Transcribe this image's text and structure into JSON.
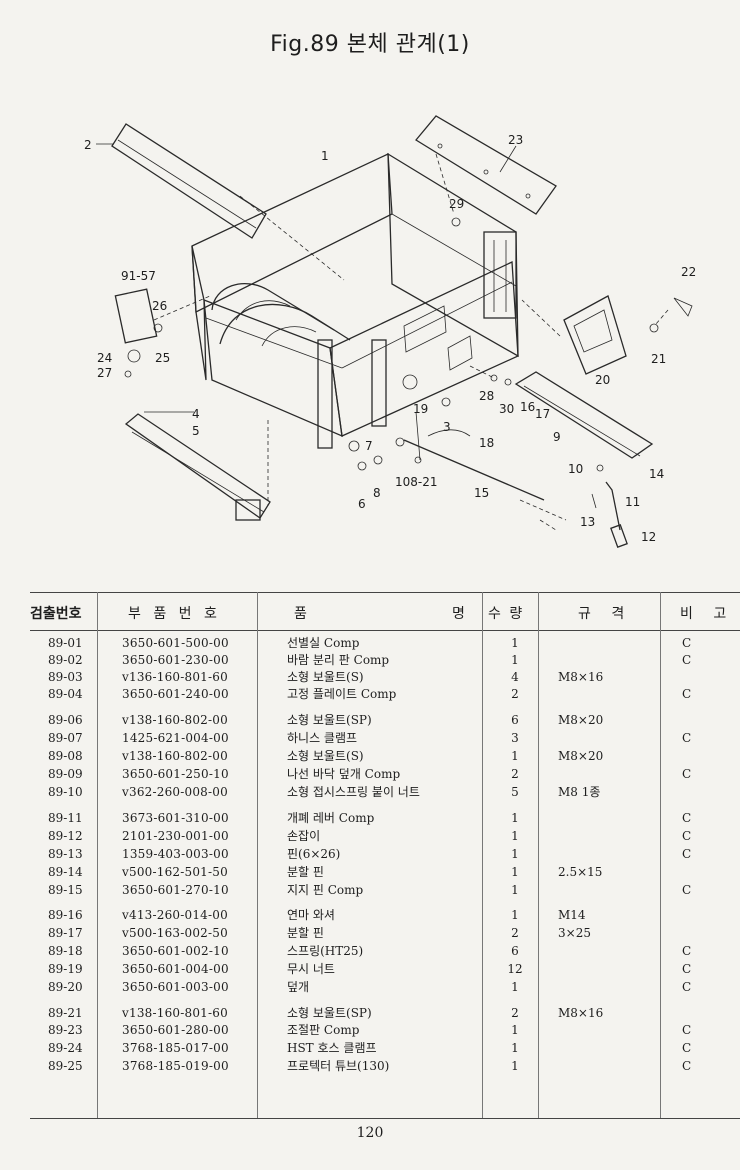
{
  "page": {
    "title": "Fig.89 본체 관계(1)",
    "page_number": "120"
  },
  "diagram": {
    "callouts": [
      "1",
      "2",
      "23",
      "29",
      "91-57",
      "26",
      "24",
      "25",
      "27",
      "22",
      "21",
      "20",
      "4",
      "5",
      "7",
      "6",
      "8",
      "108-21",
      "19",
      "3",
      "28",
      "30",
      "16",
      "17",
      "9",
      "18",
      "15",
      "10",
      "14",
      "11",
      "13",
      "12"
    ]
  },
  "table": {
    "headers": {
      "no": "검출번호",
      "part": "부 품 번 호",
      "name_left": "품",
      "name_right": "명",
      "qty": "수 량",
      "spec": "규 격",
      "note": "비 고"
    },
    "rows": [
      {
        "no": "89-01",
        "part": "3650-601-500-00",
        "name": "선별실 Comp",
        "qty": "1",
        "spec": "",
        "note": "C"
      },
      {
        "no": "89-02",
        "part": "3650-601-230-00",
        "name": "바람 분리 판 Comp",
        "qty": "1",
        "spec": "",
        "note": "C"
      },
      {
        "no": "89-03",
        "part": "v136-160-801-60",
        "name": "소형 보울트(S)",
        "qty": "4",
        "spec": "M8×16",
        "note": ""
      },
      {
        "no": "89-04",
        "part": "3650-601-240-00",
        "name": "고정 플레이트 Comp",
        "qty": "2",
        "spec": "",
        "note": "C"
      },
      {
        "no": "89-06",
        "part": "v138-160-802-00",
        "name": "소형 보울트(SP)",
        "qty": "6",
        "spec": "M8×20",
        "note": ""
      },
      {
        "no": "89-07",
        "part": "1425-621-004-00",
        "name": "하니스 클램프",
        "qty": "3",
        "spec": "",
        "note": "C"
      },
      {
        "no": "89-08",
        "part": "v138-160-802-00",
        "name": "소형 보울트(S)",
        "qty": "1",
        "spec": "M8×20",
        "note": ""
      },
      {
        "no": "89-09",
        "part": "3650-601-250-10",
        "name": "나선 바닥 덮개 Comp",
        "qty": "2",
        "spec": "",
        "note": "C"
      },
      {
        "no": "89-10",
        "part": "v362-260-008-00",
        "name": "소형 접시스프링 붙이 너트",
        "qty": "5",
        "spec": "M8 1종",
        "note": ""
      },
      {
        "no": "89-11",
        "part": "3673-601-310-00",
        "name": "개폐 레버 Comp",
        "qty": "1",
        "spec": "",
        "note": "C"
      },
      {
        "no": "89-12",
        "part": "2101-230-001-00",
        "name": "손잡이",
        "qty": "1",
        "spec": "",
        "note": "C"
      },
      {
        "no": "89-13",
        "part": "1359-403-003-00",
        "name": "핀(6×26)",
        "qty": "1",
        "spec": "",
        "note": "C"
      },
      {
        "no": "89-14",
        "part": "v500-162-501-50",
        "name": "분할 핀",
        "qty": "1",
        "spec": "2.5×15",
        "note": ""
      },
      {
        "no": "89-15",
        "part": "3650-601-270-10",
        "name": "지지 핀 Comp",
        "qty": "1",
        "spec": "",
        "note": "C"
      },
      {
        "no": "89-16",
        "part": "v413-260-014-00",
        "name": "연마 와셔",
        "qty": "1",
        "spec": "M14",
        "note": ""
      },
      {
        "no": "89-17",
        "part": "v500-163-002-50",
        "name": "분할 핀",
        "qty": "2",
        "spec": "3×25",
        "note": ""
      },
      {
        "no": "89-18",
        "part": "3650-601-002-10",
        "name": "스프링(HT25)",
        "qty": "6",
        "spec": "",
        "note": "C"
      },
      {
        "no": "89-19",
        "part": "3650-601-004-00",
        "name": "무시 너트",
        "qty": "12",
        "spec": "",
        "note": "C"
      },
      {
        "no": "89-20",
        "part": "3650-601-003-00",
        "name": "덮개",
        "qty": "1",
        "spec": "",
        "note": "C"
      },
      {
        "no": "89-21",
        "part": "v138-160-801-60",
        "name": "소형 보울트(SP)",
        "qty": "2",
        "spec": "M8×16",
        "note": ""
      },
      {
        "no": "89-23",
        "part": "3650-601-280-00",
        "name": "조절판 Comp",
        "qty": "1",
        "spec": "",
        "note": "C"
      },
      {
        "no": "89-24",
        "part": "3768-185-017-00",
        "name": "HST 호스 클램프",
        "qty": "1",
        "spec": "",
        "note": "C"
      },
      {
        "no": "89-25",
        "part": "3768-185-019-00",
        "name": "프로텍터 튜브(130)",
        "qty": "1",
        "spec": "",
        "note": "C"
      }
    ]
  }
}
